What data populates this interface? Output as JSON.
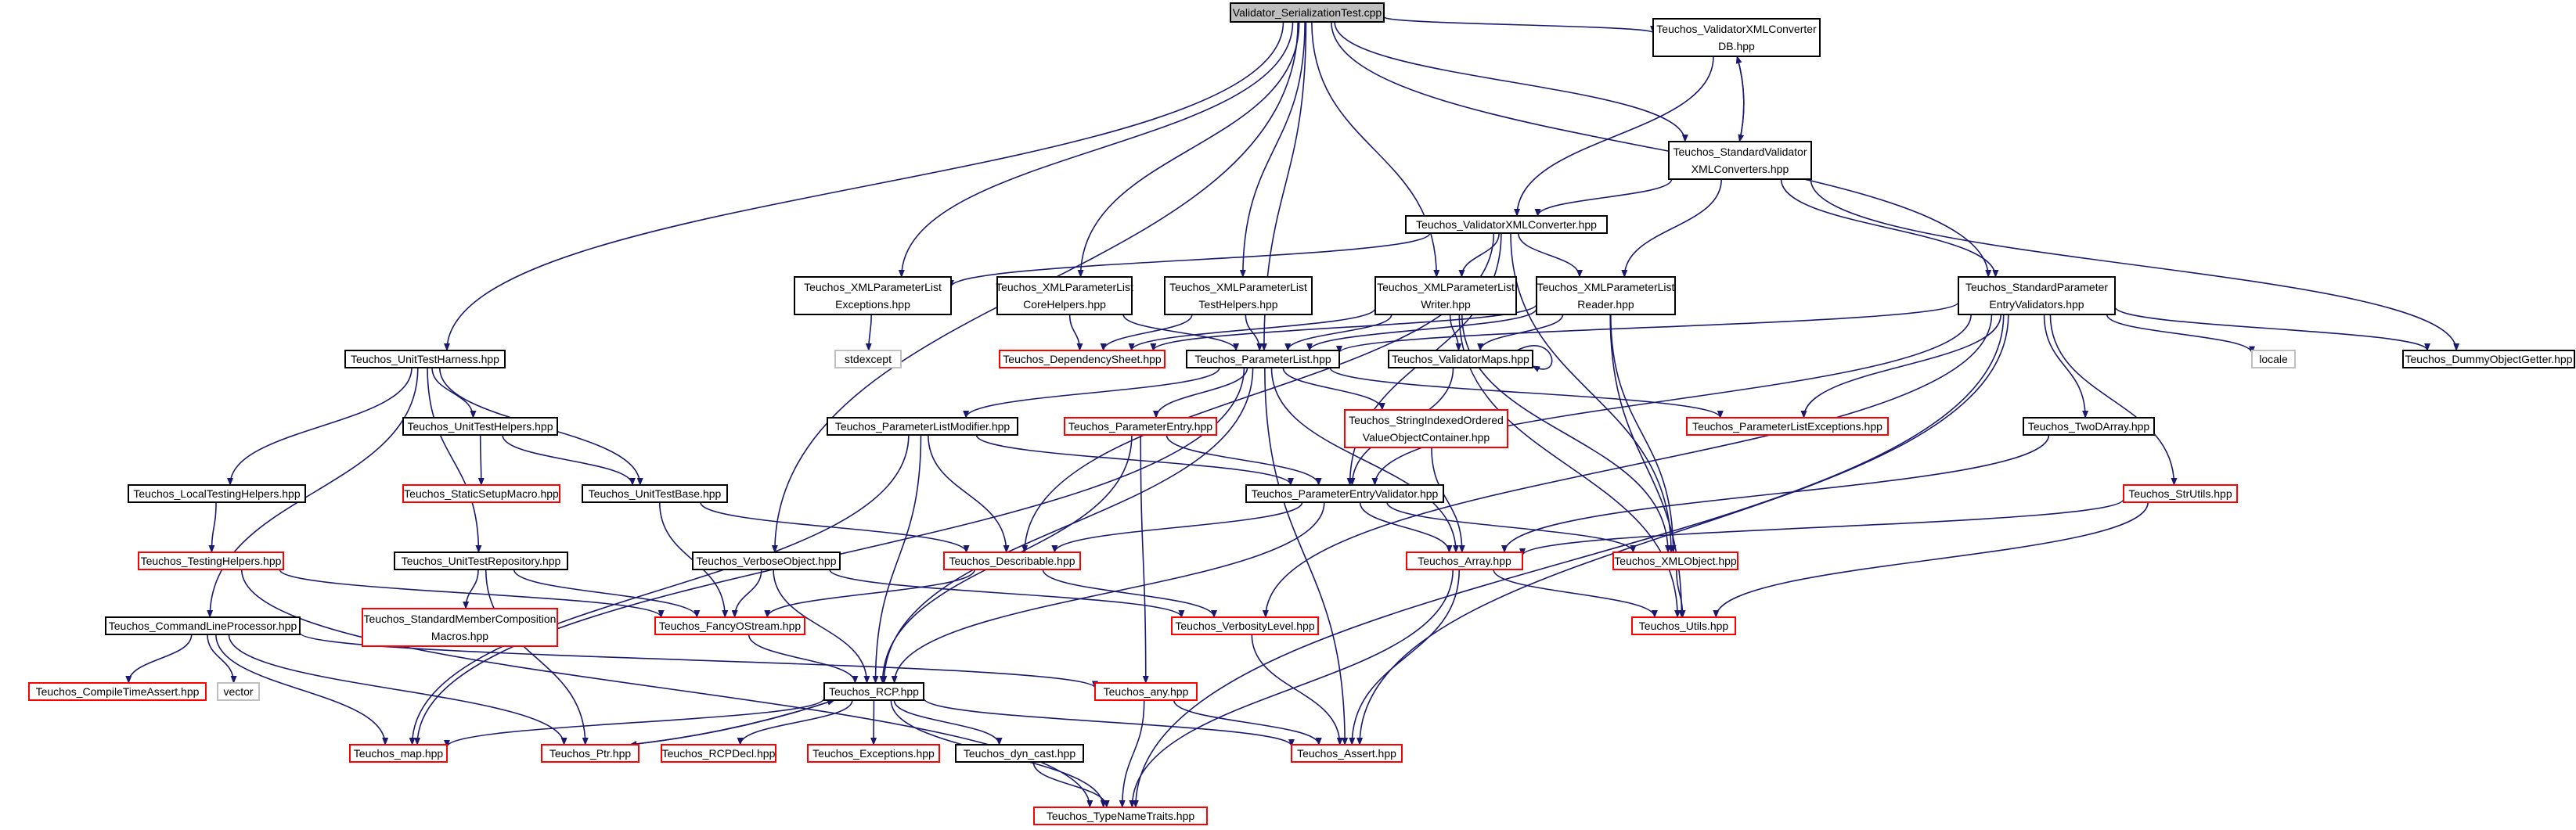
{
  "diagram": {
    "title": "Validator_SerializationTest.cpp",
    "colors": {
      "root_fill": "#bfbfbf",
      "node_fill": "#ffffff",
      "normal_border": "#000000",
      "red_border": "#ff0000",
      "gray_border": "#bfbfbf",
      "edge": "#191970"
    },
    "nodes": [
      {
        "id": "root",
        "lines": [
          "Validator_SerializationTest.cpp"
        ],
        "border": "root"
      },
      {
        "id": "vxmlcdb",
        "lines": [
          "Teuchos_ValidatorXMLConverter",
          "DB.hpp"
        ],
        "border": "normal"
      },
      {
        "id": "stdvxml",
        "lines": [
          "Teuchos_StandardValidator",
          "XMLConverters.hpp"
        ],
        "border": "normal"
      },
      {
        "id": "vxmlc",
        "lines": [
          "Teuchos_ValidatorXMLConverter.hpp"
        ],
        "border": "normal"
      },
      {
        "id": "xmlplexc",
        "lines": [
          "Teuchos_XMLParameterList",
          "Exceptions.hpp"
        ],
        "border": "normal"
      },
      {
        "id": "xmlplcore",
        "lines": [
          "Teuchos_XMLParameterList",
          "CoreHelpers.hpp"
        ],
        "border": "normal"
      },
      {
        "id": "xmlpltest",
        "lines": [
          "Teuchos_XMLParameterList",
          "TestHelpers.hpp"
        ],
        "border": "normal"
      },
      {
        "id": "xmlplwriter",
        "lines": [
          "Teuchos_XMLParameterList",
          "Writer.hpp"
        ],
        "border": "normal"
      },
      {
        "id": "xmlplreader",
        "lines": [
          "Teuchos_XMLParameterList",
          "Reader.hpp"
        ],
        "border": "normal"
      },
      {
        "id": "stdpev",
        "lines": [
          "Teuchos_StandardParameter",
          "EntryValidators.hpp"
        ],
        "border": "normal"
      },
      {
        "id": "stdexcept",
        "lines": [
          "stdexcept"
        ],
        "border": "gray"
      },
      {
        "id": "unittestharness",
        "lines": [
          "Teuchos_UnitTestHarness.hpp"
        ],
        "border": "normal"
      },
      {
        "id": "depsheet",
        "lines": [
          "Teuchos_DependencySheet.hpp"
        ],
        "border": "red"
      },
      {
        "id": "paramlist",
        "lines": [
          "Teuchos_ParameterList.hpp"
        ],
        "border": "normal"
      },
      {
        "id": "valmaps",
        "lines": [
          "Teuchos_ValidatorMaps.hpp"
        ],
        "border": "normal"
      },
      {
        "id": "locale",
        "lines": [
          "locale"
        ],
        "border": "gray"
      },
      {
        "id": "dummyobj",
        "lines": [
          "Teuchos_DummyObjectGetter.hpp"
        ],
        "border": "normal"
      },
      {
        "id": "unittesthelpers",
        "lines": [
          "Teuchos_UnitTestHelpers.hpp"
        ],
        "border": "normal"
      },
      {
        "id": "plmodifier",
        "lines": [
          "Teuchos_ParameterListModifier.hpp"
        ],
        "border": "normal"
      },
      {
        "id": "paramentry",
        "lines": [
          "Teuchos_ParameterEntry.hpp"
        ],
        "border": "red"
      },
      {
        "id": "stridx",
        "lines": [
          "Teuchos_StringIndexedOrdered",
          "ValueObjectContainer.hpp"
        ],
        "border": "red"
      },
      {
        "id": "plexc",
        "lines": [
          "Teuchos_ParameterListExceptions.hpp"
        ],
        "border": "red"
      },
      {
        "id": "twodarray",
        "lines": [
          "Teuchos_TwoDArray.hpp"
        ],
        "border": "normal"
      },
      {
        "id": "localtesting",
        "lines": [
          "Teuchos_LocalTestingHelpers.hpp"
        ],
        "border": "normal"
      },
      {
        "id": "staticsetup",
        "lines": [
          "Teuchos_StaticSetupMacro.hpp"
        ],
        "border": "red"
      },
      {
        "id": "unittestbase",
        "lines": [
          "Teuchos_UnitTestBase.hpp"
        ],
        "border": "normal"
      },
      {
        "id": "pev",
        "lines": [
          "Teuchos_ParameterEntryValidator.hpp"
        ],
        "border": "normal"
      },
      {
        "id": "strutils",
        "lines": [
          "Teuchos_StrUtils.hpp"
        ],
        "border": "red"
      },
      {
        "id": "testinghelpers",
        "lines": [
          "Teuchos_TestingHelpers.hpp"
        ],
        "border": "red"
      },
      {
        "id": "unittestrepo",
        "lines": [
          "Teuchos_UnitTestRepository.hpp"
        ],
        "border": "normal"
      },
      {
        "id": "verboseobj",
        "lines": [
          "Teuchos_VerboseObject.hpp"
        ],
        "border": "normal"
      },
      {
        "id": "describable",
        "lines": [
          "Teuchos_Describable.hpp"
        ],
        "border": "red"
      },
      {
        "id": "array",
        "lines": [
          "Teuchos_Array.hpp"
        ],
        "border": "red"
      },
      {
        "id": "xmlobject",
        "lines": [
          "Teuchos_XMLObject.hpp"
        ],
        "border": "red"
      },
      {
        "id": "cmdline",
        "lines": [
          "Teuchos_CommandLineProcessor.hpp"
        ],
        "border": "normal"
      },
      {
        "id": "stdmember",
        "lines": [
          "Teuchos_StandardMemberComposition",
          "Macros.hpp"
        ],
        "border": "red"
      },
      {
        "id": "fancyostream",
        "lines": [
          "Teuchos_FancyOStream.hpp"
        ],
        "border": "red"
      },
      {
        "id": "verbositylevel",
        "lines": [
          "Teuchos_VerbosityLevel.hpp"
        ],
        "border": "red"
      },
      {
        "id": "utils",
        "lines": [
          "Teuchos_Utils.hpp"
        ],
        "border": "red"
      },
      {
        "id": "compiletime",
        "lines": [
          "Teuchos_CompileTimeAssert.hpp"
        ],
        "border": "red"
      },
      {
        "id": "vector",
        "lines": [
          "vector"
        ],
        "border": "gray"
      },
      {
        "id": "rcp",
        "lines": [
          "Teuchos_RCP.hpp"
        ],
        "border": "normal"
      },
      {
        "id": "any",
        "lines": [
          "Teuchos_any.hpp"
        ],
        "border": "red"
      },
      {
        "id": "map",
        "lines": [
          "Teuchos_map.hpp"
        ],
        "border": "red"
      },
      {
        "id": "ptr",
        "lines": [
          "Teuchos_Ptr.hpp"
        ],
        "border": "red"
      },
      {
        "id": "rcpdecl",
        "lines": [
          "Teuchos_RCPDecl.hpp"
        ],
        "border": "red"
      },
      {
        "id": "exceptions",
        "lines": [
          "Teuchos_Exceptions.hpp"
        ],
        "border": "red"
      },
      {
        "id": "dyncast",
        "lines": [
          "Teuchos_dyn_cast.hpp"
        ],
        "border": "normal"
      },
      {
        "id": "assert",
        "lines": [
          "Teuchos_Assert.hpp"
        ],
        "border": "red"
      },
      {
        "id": "typenametraits",
        "lines": [
          "Teuchos_TypeNameTraits.hpp"
        ],
        "border": "red"
      }
    ],
    "edges": [
      [
        "root",
        "vxmlcdb"
      ],
      [
        "root",
        "stdvxml"
      ],
      [
        "root",
        "xmlplexc"
      ],
      [
        "root",
        "xmlplcore"
      ],
      [
        "root",
        "xmlpltest"
      ],
      [
        "root",
        "xmlplwriter"
      ],
      [
        "root",
        "stdpev"
      ],
      [
        "root",
        "unittestharness"
      ],
      [
        "root",
        "paramlist"
      ],
      [
        "root",
        "verboseobj"
      ],
      [
        "vxmlcdb",
        "stdvxml"
      ],
      [
        "vxmlcdb",
        "vxmlc"
      ],
      [
        "stdvxml",
        "vxmlcdb"
      ],
      [
        "stdvxml",
        "vxmlc"
      ],
      [
        "stdvxml",
        "xmlplreader"
      ],
      [
        "stdvxml",
        "stdpev"
      ],
      [
        "stdvxml",
        "dummyobj"
      ],
      [
        "vxmlc",
        "xmlplexc"
      ],
      [
        "vxmlc",
        "xmlplwriter"
      ],
      [
        "vxmlc",
        "xmlplreader"
      ],
      [
        "vxmlc",
        "describable"
      ],
      [
        "vxmlc",
        "pev"
      ],
      [
        "vxmlc",
        "xmlobject"
      ],
      [
        "xmlplexc",
        "stdexcept"
      ],
      [
        "xmlplcore",
        "depsheet"
      ],
      [
        "xmlplcore",
        "paramlist"
      ],
      [
        "xmlpltest",
        "depsheet"
      ],
      [
        "xmlpltest",
        "paramlist"
      ],
      [
        "xmlplwriter",
        "depsheet"
      ],
      [
        "xmlplwriter",
        "paramlist"
      ],
      [
        "xmlplwriter",
        "valmaps"
      ],
      [
        "xmlplwriter",
        "xmlobject"
      ],
      [
        "xmlplwriter",
        "utils"
      ],
      [
        "xmlplreader",
        "depsheet"
      ],
      [
        "xmlplreader",
        "paramlist"
      ],
      [
        "xmlplreader",
        "valmaps"
      ],
      [
        "xmlplreader",
        "xmlobject"
      ],
      [
        "xmlplreader",
        "utils"
      ],
      [
        "stdpev",
        "paramlist"
      ],
      [
        "stdpev",
        "locale"
      ],
      [
        "stdpev",
        "dummyobj"
      ],
      [
        "stdpev",
        "plexc"
      ],
      [
        "stdpev",
        "twodarray"
      ],
      [
        "stdpev",
        "pev"
      ],
      [
        "stdpev",
        "strutils"
      ],
      [
        "stdpev",
        "verbositylevel"
      ],
      [
        "stdpev",
        "assert"
      ],
      [
        "stdpev",
        "typenametraits"
      ],
      [
        "paramlist",
        "plmodifier"
      ],
      [
        "paramlist",
        "paramentry"
      ],
      [
        "paramlist",
        "stridx"
      ],
      [
        "paramlist",
        "plexc"
      ],
      [
        "paramlist",
        "array"
      ],
      [
        "paramlist",
        "rcp"
      ],
      [
        "paramlist",
        "assert"
      ],
      [
        "paramlist",
        "map"
      ],
      [
        "valmaps",
        "valmaps"
      ],
      [
        "valmaps",
        "pev"
      ],
      [
        "unittestharness",
        "unittesthelpers"
      ],
      [
        "unittestharness",
        "localtesting"
      ],
      [
        "unittestharness",
        "unittestbase"
      ],
      [
        "unittestharness",
        "unittestrepo"
      ],
      [
        "unittestharness",
        "cmdline"
      ],
      [
        "unittesthelpers",
        "staticsetup"
      ],
      [
        "unittesthelpers",
        "unittestbase"
      ],
      [
        "localtesting",
        "testinghelpers"
      ],
      [
        "unittestbase",
        "describable"
      ],
      [
        "unittestbase",
        "fancyostream"
      ],
      [
        "plmodifier",
        "pev"
      ],
      [
        "plmodifier",
        "describable"
      ],
      [
        "plmodifier",
        "rcp"
      ],
      [
        "plmodifier",
        "map"
      ],
      [
        "paramentry",
        "pev"
      ],
      [
        "paramentry",
        "any"
      ],
      [
        "paramentry",
        "rcp"
      ],
      [
        "stridx",
        "array"
      ],
      [
        "twodarray",
        "array"
      ],
      [
        "strutils",
        "array"
      ],
      [
        "strutils",
        "utils"
      ],
      [
        "pev",
        "describable"
      ],
      [
        "pev",
        "array"
      ],
      [
        "pev",
        "xmlobject"
      ],
      [
        "pev",
        "rcp"
      ],
      [
        "testinghelpers",
        "fancyostream"
      ],
      [
        "testinghelpers",
        "typenametraits"
      ],
      [
        "unittestrepo",
        "stdmember"
      ],
      [
        "unittestrepo",
        "fancyostream"
      ],
      [
        "unittestrepo",
        "ptr"
      ],
      [
        "verboseobj",
        "fancyostream"
      ],
      [
        "verboseobj",
        "verbositylevel"
      ],
      [
        "verboseobj",
        "rcp"
      ],
      [
        "describable",
        "fancyostream"
      ],
      [
        "describable",
        "verbositylevel"
      ],
      [
        "array",
        "utils"
      ],
      [
        "array",
        "assert"
      ],
      [
        "array",
        "typenametraits"
      ],
      [
        "xmlobject",
        "utils"
      ],
      [
        "cmdline",
        "compiletime"
      ],
      [
        "cmdline",
        "vector"
      ],
      [
        "cmdline",
        "map"
      ],
      [
        "cmdline",
        "ptr"
      ],
      [
        "cmdline",
        "any"
      ],
      [
        "fancyostream",
        "rcp"
      ],
      [
        "verbositylevel",
        "assert"
      ],
      [
        "rcp",
        "ptr"
      ],
      [
        "rcp",
        "rcpdecl"
      ],
      [
        "rcp",
        "exceptions"
      ],
      [
        "rcp",
        "dyncast"
      ],
      [
        "rcp",
        "map"
      ],
      [
        "rcp",
        "assert"
      ],
      [
        "rcp",
        "typenametraits"
      ],
      [
        "ptr",
        "rcp"
      ],
      [
        "any",
        "assert"
      ],
      [
        "any",
        "typenametraits"
      ],
      [
        "dyncast",
        "typenametraits"
      ]
    ]
  }
}
